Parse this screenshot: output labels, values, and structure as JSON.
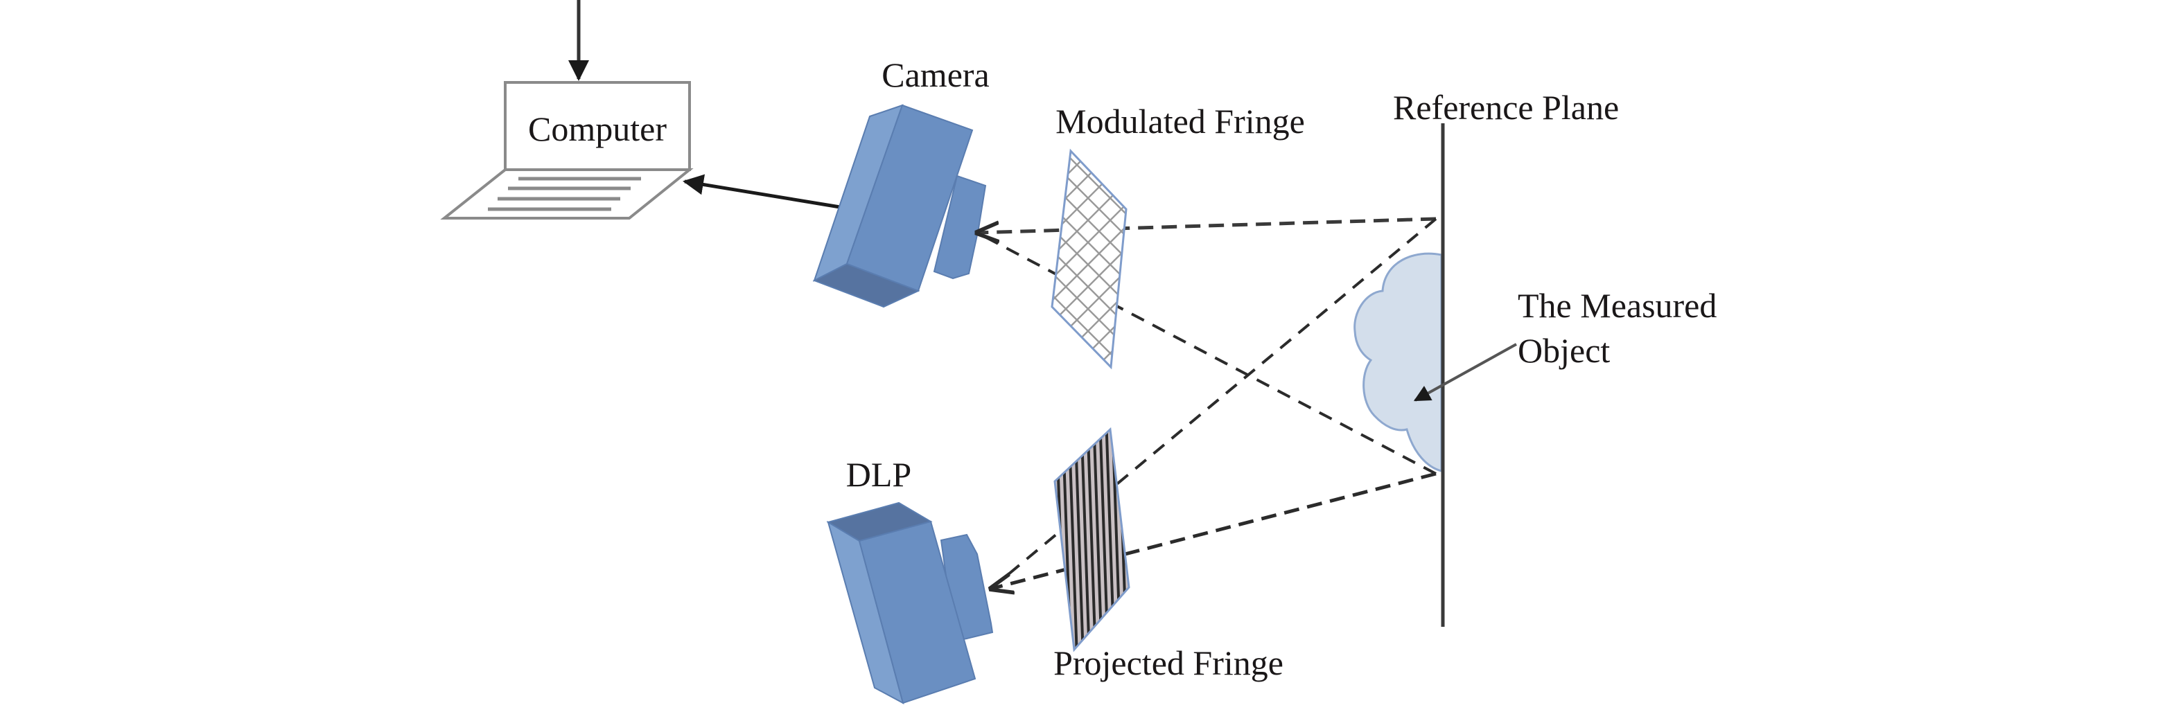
{
  "diagram": {
    "title": "Fringe projection 3D measurement system",
    "nodes": {
      "computer": {
        "label": "Computer"
      },
      "camera": {
        "label": "Camera"
      },
      "modulated_fringe": {
        "label": "Modulated Fringe"
      },
      "reference_plane": {
        "label": "Reference Plane"
      },
      "measured_object": {
        "label_line1": "The Measured",
        "label_line2": "Object"
      },
      "dlp": {
        "label": "DLP"
      },
      "projected_fringe": {
        "label": "Projected Fringe"
      }
    },
    "edges": [
      {
        "from": "external-input",
        "to": "computer",
        "style": "solid-arrow"
      },
      {
        "from": "camera",
        "to": "computer",
        "style": "solid-arrow"
      },
      {
        "from": "reference_plane",
        "to": "camera",
        "style": "dashed",
        "via": "modulated_fringe"
      },
      {
        "from": "reference_plane",
        "to": "dlp",
        "style": "dashed",
        "via": "projected_fringe"
      },
      {
        "from": "label",
        "to": "measured_object",
        "style": "solid-arrow"
      }
    ],
    "colors": {
      "device_blue": "#6a8fc2",
      "device_blue_light": "#7ea1cf",
      "device_blue_dark": "#5673a0",
      "object_fill": "#d3deeb",
      "object_stroke": "#7f9ccb",
      "line_dark": "#2b2b2b",
      "laptop_stroke": "#8a8a8a"
    }
  }
}
